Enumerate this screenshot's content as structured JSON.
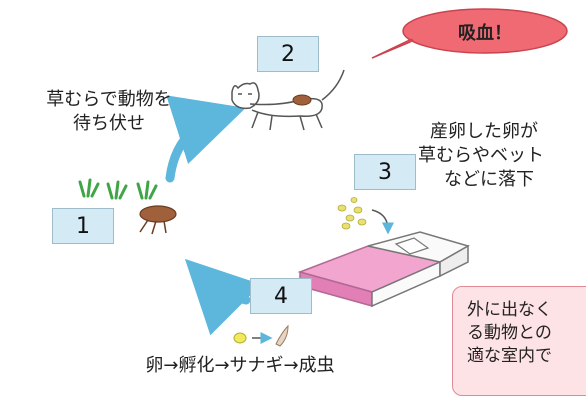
{
  "steps": [
    {
      "number": "1"
    },
    {
      "number": "2"
    },
    {
      "number": "3"
    },
    {
      "number": "4"
    }
  ],
  "labels": {
    "wait_line1": "草むらで動物を",
    "wait_line2": "待ち伏せ",
    "drop_line1": "産卵した卵が",
    "drop_line2": "草むらやベット",
    "drop_line3": "などに落下",
    "lifecycle": "卵→孵化→サナギ→成虫"
  },
  "callout": {
    "text": "吸血！",
    "color": "#f06a74"
  },
  "note": {
    "line1": "外に出なく",
    "line2": "る動物との",
    "line3": "適な室内で"
  },
  "colors": {
    "box_fill": "#d4ebf6",
    "arrow": "#5db6dc",
    "note_fill": "#fde3e6"
  },
  "icons": [
    "cat-icon",
    "flea-icon",
    "grass-icon",
    "bed-icon",
    "egg-icon",
    "larva-icon"
  ]
}
